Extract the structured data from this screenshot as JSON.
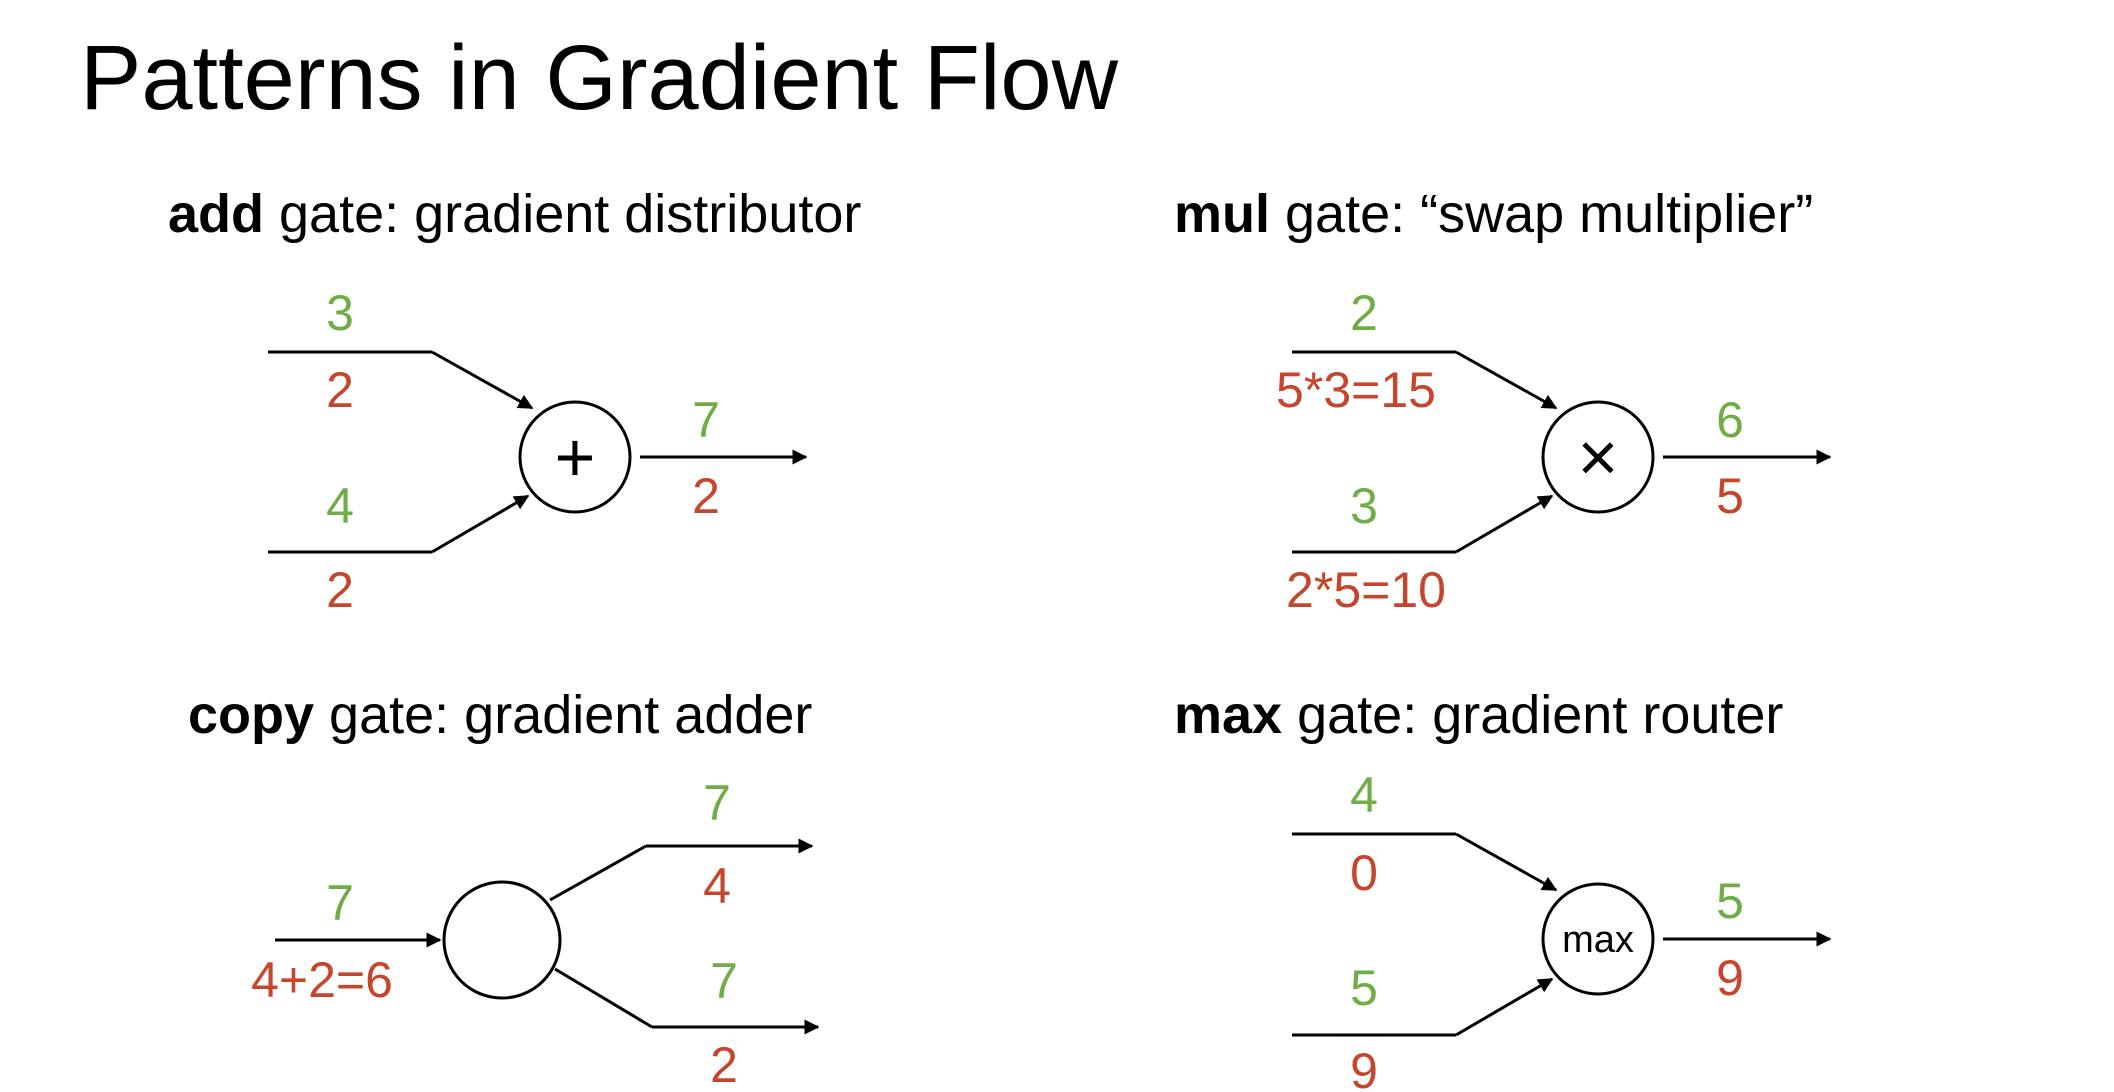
{
  "title": "Patterns in Gradient Flow",
  "colors": {
    "forward": "#70AD47",
    "backward": "#C5462D",
    "line": "#000000"
  },
  "add_gate": {
    "heading_bold": "add",
    "heading_rest": " gate: gradient distributor",
    "symbol": "+",
    "in1_fwd": "3",
    "in1_bwd": "2",
    "in2_fwd": "4",
    "in2_bwd": "2",
    "out_fwd": "7",
    "out_bwd": "2"
  },
  "mul_gate": {
    "heading_bold": "mul",
    "heading_rest": " gate: “swap multiplier”",
    "symbol": "×",
    "in1_fwd": "2",
    "in1_bwd": "5*3=15",
    "in2_fwd": "3",
    "in2_bwd": "2*5=10",
    "out_fwd": "6",
    "out_bwd": "5"
  },
  "copy_gate": {
    "heading_bold": "copy",
    "heading_rest": " gate: gradient adder",
    "in_fwd": "7",
    "in_bwd": "4+2=6",
    "out1_fwd": "7",
    "out1_bwd": "4",
    "out2_fwd": "7",
    "out2_bwd": "2"
  },
  "max_gate": {
    "heading_bold": "max",
    "heading_rest": " gate: gradient router",
    "symbol": "max",
    "in1_fwd": "4",
    "in1_bwd": "0",
    "in2_fwd": "5",
    "in2_bwd": "9",
    "out_fwd": "5",
    "out_bwd": "9"
  }
}
